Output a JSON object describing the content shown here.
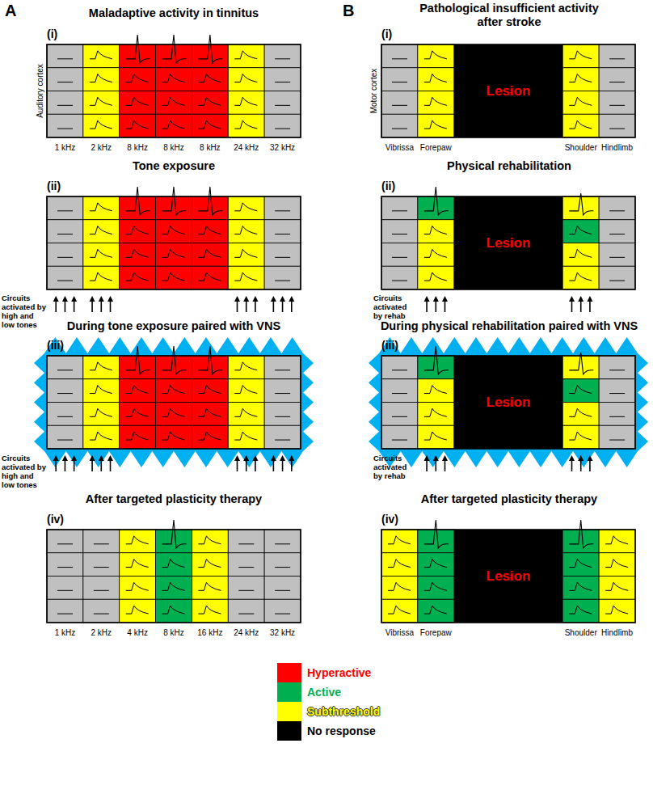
{
  "diagram": {
    "nodes": [
      {
        "text": [
          "Lesion"
        ]
      },
      {
        "text": [
          "Lesion"
        ]
      },
      {
        "text": [
          "Lesion"
        ]
      },
      {
        "text": [
          "Lesion"
        ]
      }
    ],
    "labels": [
      "A",
      "B",
      "Maladaptive activity in tinnitus",
      "(i)",
      "Auditory cortex",
      "1 kHz",
      "2 kHz",
      "8 kHz",
      "8 kHz",
      "8 kHz",
      "24 kHz",
      "32 kHz",
      "Tone exposure",
      "(ii)",
      "Circuits activated by high and low tones",
      "During tone exposure paired with VNS",
      "(iii)",
      "Circuits activated by high and low tones",
      "After targeted plasticity therapy",
      "(iv)",
      "1 kHz",
      "2 kHz",
      "4 kHz",
      "8 kHz",
      "16 kHz",
      "24 kHz",
      "32 kHz",
      "Pathological insufficient activity after stroke",
      "(i)",
      "Motor cortex",
      "Vibrissa",
      "Forepaw",
      "Shoulder",
      "Hindlimb",
      "Physical rehabilitation",
      "(ii)",
      "Circuits activated by rehab",
      "During physical rehabilitation paired with VNS",
      "(iii)",
      "Circuits activated by rehab",
      "After targeted plasticity therapy",
      "(iv)",
      "Vibrissa",
      "Forepaw",
      "Shoulder",
      "Hindlimb"
    ],
    "legend": [
      {
        "text": "Hyperactive",
        "color": "#ff0000"
      },
      {
        "text": "Active",
        "color": "#00b050"
      },
      {
        "text": "Subthreshold",
        "color": "#ffff00"
      },
      {
        "text": "No response",
        "color": "#000000"
      }
    ]
  }
}
